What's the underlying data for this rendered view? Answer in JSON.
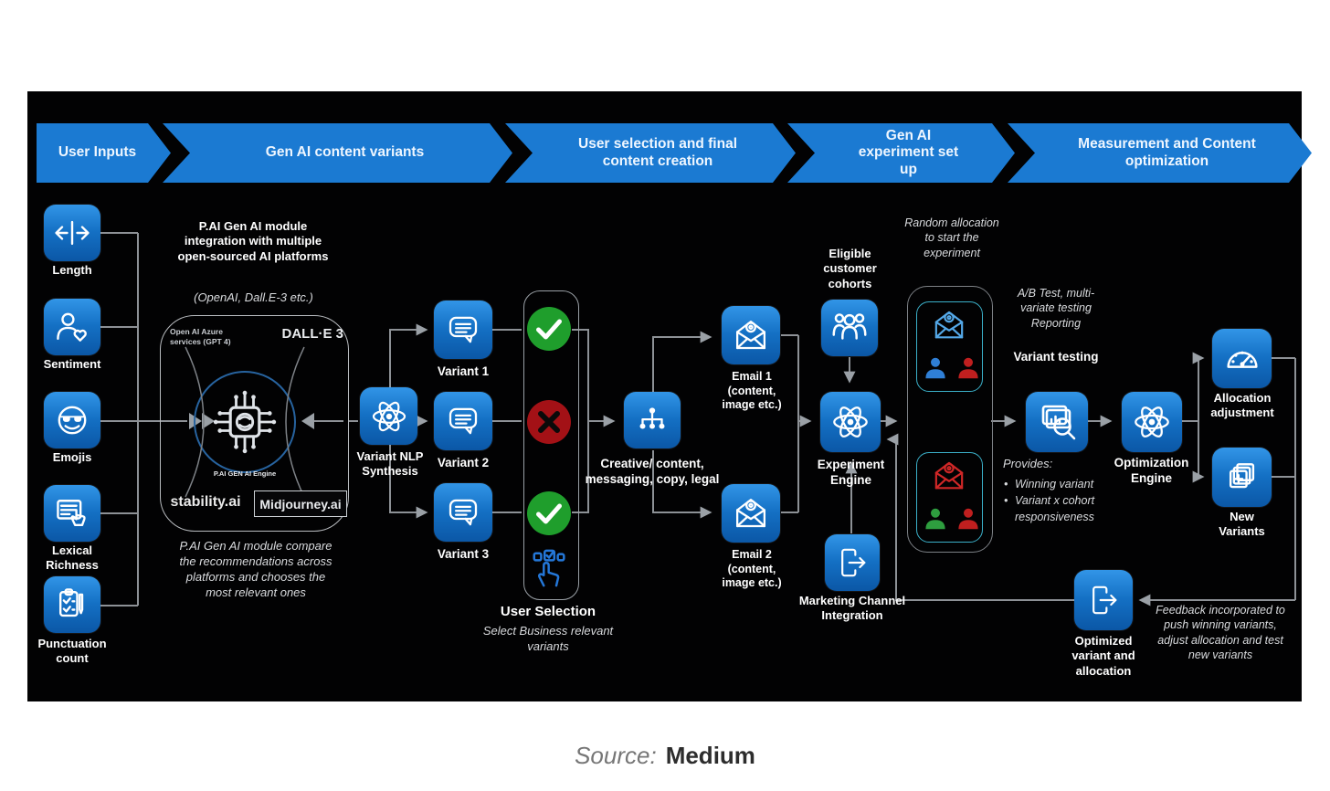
{
  "banners": [
    {
      "label": "User Inputs"
    },
    {
      "label": "Gen AI content variants"
    },
    {
      "label": "User selection and final content creation"
    },
    {
      "label": "Gen AI experiment set up"
    },
    {
      "label": "Measurement and Content optimization"
    }
  ],
  "user_inputs": {
    "items": [
      {
        "label": "Length"
      },
      {
        "label": "Sentiment"
      },
      {
        "label": "Emojis"
      },
      {
        "label": "Lexical Richness"
      },
      {
        "label": "Punctuation count"
      }
    ]
  },
  "gen_module": {
    "integration_note": "P.AI Gen AI module integration with multiple open-sourced AI platforms",
    "platforms_note": "(OpenAI, Dall.E-3 etc.)",
    "azure_label": "Open AI Azure services (GPT 4)",
    "dalle_label": "DALL·E 3",
    "engine_label": "P.AI GEN AI Engine",
    "stability_label": "stability.ai",
    "midjourney_label": "Midjourney.ai",
    "compare_note": "P.AI Gen AI module compare the recommendations across platforms and chooses the most relevant ones"
  },
  "variant_synthesis": {
    "label": "Variant NLP Synthesis",
    "variants": [
      {
        "label": "Variant 1"
      },
      {
        "label": "Variant 2"
      },
      {
        "label": "Variant 3"
      }
    ]
  },
  "user_selection": {
    "title": "User Selection",
    "subtitle": "Select Business relevant variants"
  },
  "creative": {
    "label": "Creative/ content, messaging, copy, legal"
  },
  "emails": [
    {
      "label": "Email 1 (content, image etc.)"
    },
    {
      "label": "Email 2 (content, image etc.)"
    }
  ],
  "experiment_setup": {
    "cohorts_label": "Eligible customer cohorts",
    "engine_label": "Experiment Engine",
    "marketing_label": "Marketing Channel Integration",
    "random_note": "Random allocation to start the experiment"
  },
  "measurement": {
    "ab_note": "A/B Test, multi-variate testing Reporting",
    "variant_testing_label": "Variant testing",
    "provides_title": "Provides:",
    "provides_items": [
      {
        "text": "Winning variant"
      },
      {
        "text": "Variant x cohort responsiveness"
      }
    ],
    "optimization_label": "Optimization Engine",
    "allocation_label": "Allocation adjustment",
    "new_variants_label": "New Variants",
    "optimized_label": "Optimized variant and allocation",
    "feedback_note": "Feedback incorporated to push winning variants, adjust allocation and test new variants"
  },
  "source": {
    "prefix": "Source:",
    "name": "Medium"
  },
  "colors": {
    "banner_blue": "#1b7ad2",
    "box_blue_top": "#3295e7",
    "box_blue_bottom": "#0b57a6",
    "check_green": "#1f9e2c",
    "cross_red": "#a31116",
    "cohort_teal": "#3bb0c9",
    "person_blue": "#2f7fd6",
    "person_red": "#c01f1f",
    "person_green": "#2e9e3f",
    "envelope_red": "#cf2727",
    "envelope_blue": "#54a8e8"
  }
}
